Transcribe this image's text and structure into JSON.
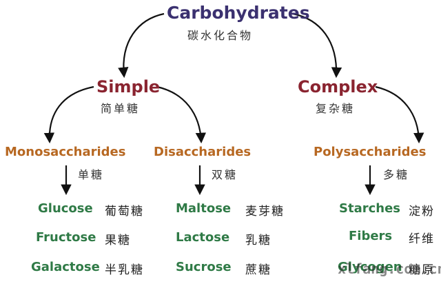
{
  "diagram": {
    "root": {
      "en": "Carbohydrates",
      "cn": "碳水化合物"
    },
    "simple": {
      "en": "Simple",
      "cn": "简单糖"
    },
    "complex": {
      "en": "Complex",
      "cn": "复杂糖"
    },
    "mono": {
      "en": "Monosaccharides",
      "cn": "单糖",
      "items": [
        {
          "en": "Glucose",
          "cn": "葡萄糖"
        },
        {
          "en": "Fructose",
          "cn": "果糖"
        },
        {
          "en": "Galactose",
          "cn": "半乳糖"
        }
      ]
    },
    "di": {
      "en": "Disaccharides",
      "cn": "双糖",
      "items": [
        {
          "en": "Maltose",
          "cn": "麦芽糖"
        },
        {
          "en": "Lactose",
          "cn": "乳糖"
        },
        {
          "en": "Sucrose",
          "cn": "蔗糖"
        }
      ]
    },
    "poly": {
      "en": "Polysaccharides",
      "cn": "多糖",
      "items": [
        {
          "en": "Starches",
          "cn": "淀粉"
        },
        {
          "en": "Fibers",
          "cn": "纤维"
        },
        {
          "en": "Glycogen",
          "cn": "糖原"
        }
      ]
    }
  },
  "watermark": "xlfang.com.cn"
}
